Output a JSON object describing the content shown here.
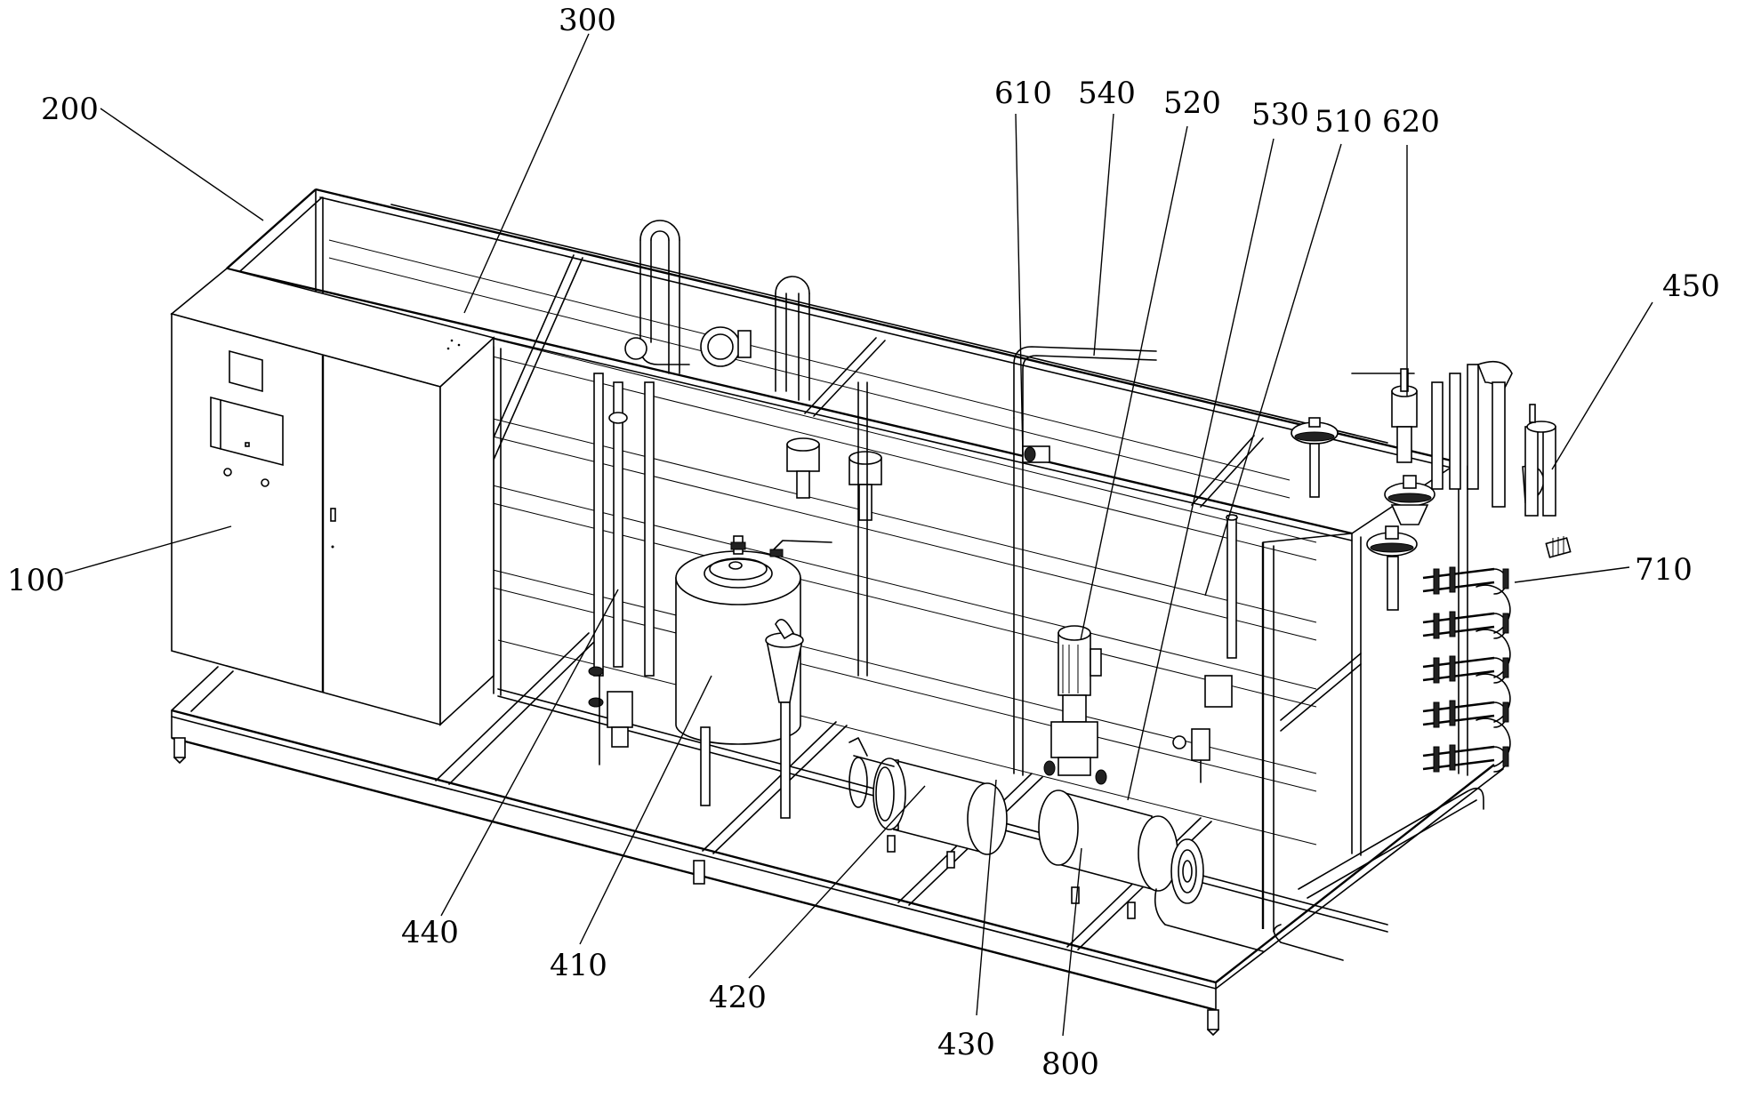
{
  "figure": {
    "type": "patent line drawing",
    "subject": "skid-mounted processing unit (isometric view)",
    "line_color": "#000000",
    "background_color": "#ffffff"
  },
  "reference_labels": [
    {
      "id": "100",
      "text": "100"
    },
    {
      "id": "200",
      "text": "200"
    },
    {
      "id": "300",
      "text": "300"
    },
    {
      "id": "410",
      "text": "410"
    },
    {
      "id": "420",
      "text": "420"
    },
    {
      "id": "430",
      "text": "430"
    },
    {
      "id": "440",
      "text": "440"
    },
    {
      "id": "450",
      "text": "450"
    },
    {
      "id": "510",
      "text": "510"
    },
    {
      "id": "520",
      "text": "520"
    },
    {
      "id": "530",
      "text": "530"
    },
    {
      "id": "540",
      "text": "540"
    },
    {
      "id": "610",
      "text": "610"
    },
    {
      "id": "620",
      "text": "620"
    },
    {
      "id": "710",
      "text": "710"
    },
    {
      "id": "800",
      "text": "800"
    }
  ]
}
